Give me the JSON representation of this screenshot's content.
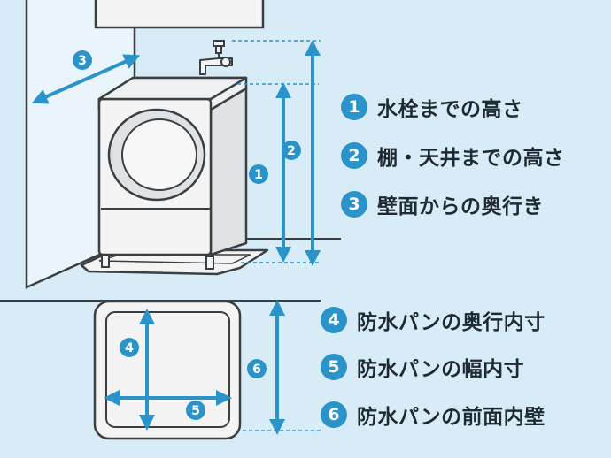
{
  "legend": [
    {
      "num": "1",
      "label": "水栓までの高さ"
    },
    {
      "num": "2",
      "label": "棚・天井までの高さ"
    },
    {
      "num": "3",
      "label": "壁面からの奥行き"
    },
    {
      "num": "4",
      "label": "防水パンの奥行内寸"
    },
    {
      "num": "5",
      "label": "防水パンの幅内寸"
    },
    {
      "num": "6",
      "label": "防水パンの前面内壁"
    }
  ],
  "markers": {
    "m1": "1",
    "m2": "2",
    "m3": "3",
    "m4": "4",
    "m5": "5",
    "m6": "6"
  },
  "colors": {
    "background": "#d8ecf8",
    "accent": "#2a93c9",
    "line": "#3a3f44",
    "machine": "#f4f4f4"
  }
}
